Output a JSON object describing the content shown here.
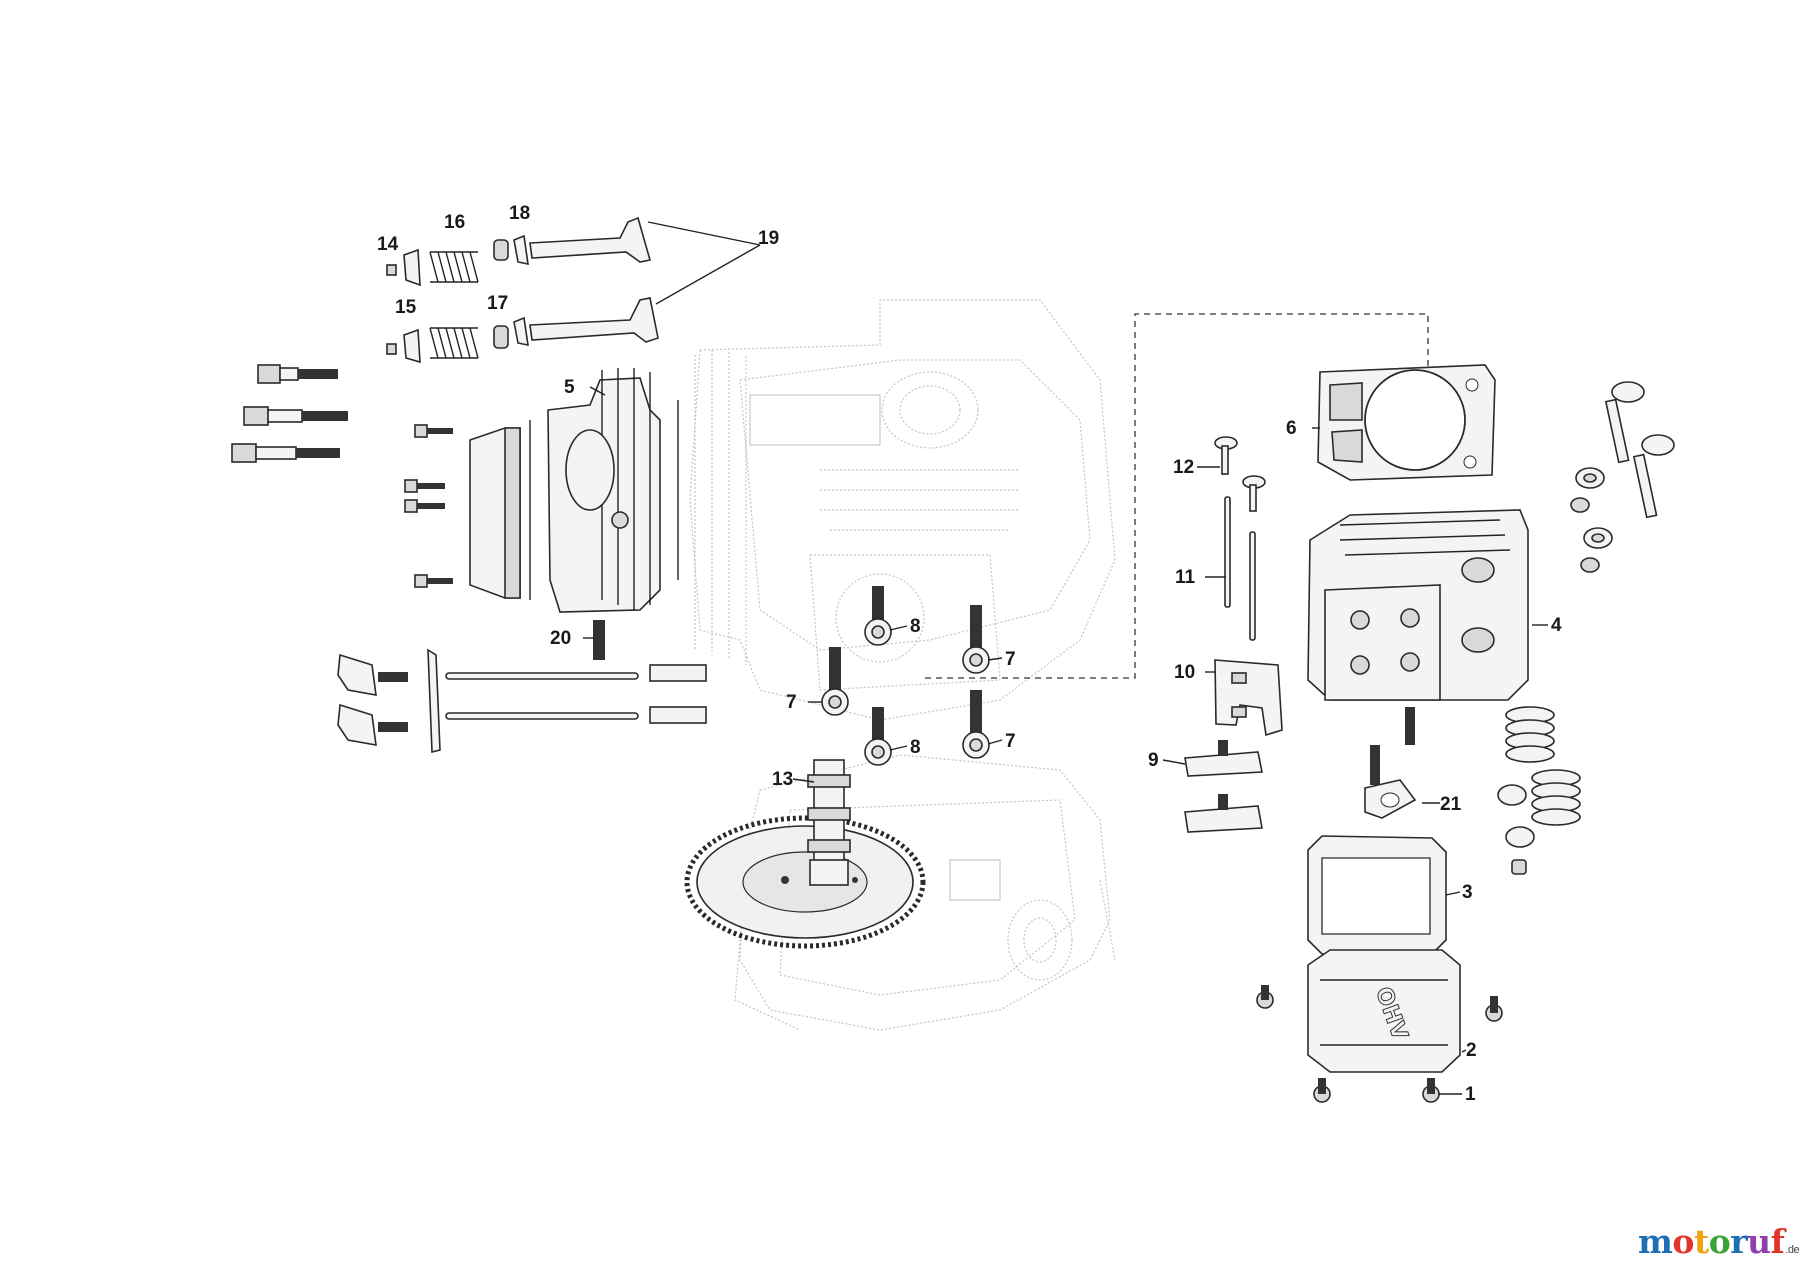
{
  "callouts": {
    "c1": "1",
    "c2": "2",
    "c3": "3",
    "c4": "4",
    "c5": "5",
    "c6": "6",
    "c7a": "7",
    "c7b": "7",
    "c7c": "7",
    "c8a": "8",
    "c8b": "8",
    "c9": "9",
    "c10": "10",
    "c11": "11",
    "c12": "12",
    "c13": "13",
    "c14": "14",
    "c15": "15",
    "c16": "16",
    "c17": "17",
    "c18": "18",
    "c19": "19",
    "c20": "20",
    "c21": "21"
  },
  "logo": {
    "letters": [
      "m",
      "o",
      "t",
      "o",
      "r",
      "u",
      "f"
    ],
    "tld": ".de"
  },
  "colors": {
    "line": "#222222",
    "ghost": "#c4c4c4",
    "logo_blue": "#1f6fb5",
    "logo_red": "#e2342a",
    "logo_orange": "#f2a20c",
    "logo_green": "#3aa335",
    "logo_purple": "#8e3fb0"
  }
}
